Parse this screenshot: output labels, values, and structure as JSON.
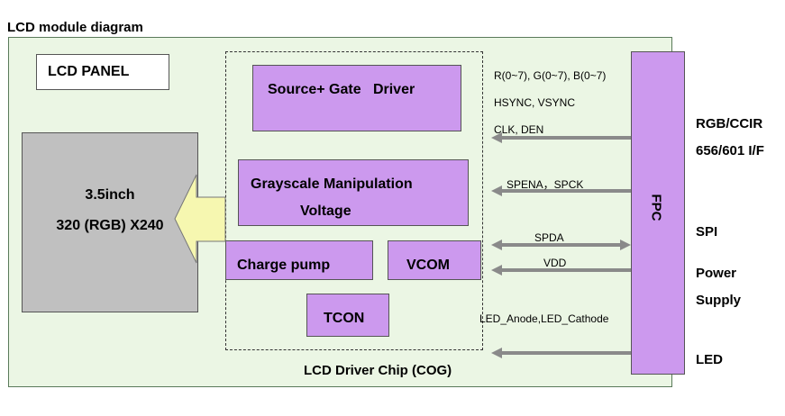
{
  "title": "LCD module diagram",
  "panel_label": "LCD PANEL",
  "lcd": {
    "size": "3.5inch",
    "resolution": "320 (RGB) X240"
  },
  "chip": {
    "label": "LCD Driver Chip (COG)",
    "source_gate": "Source+ Gate   Driver",
    "grayscale_line1": "Grayscale Manipulation",
    "grayscale_line2": "Voltage",
    "charge_pump": "Charge pump",
    "vcom": "VCOM",
    "tcon": "TCON"
  },
  "fpc": "FPC",
  "signals": {
    "rgb": "R(0~7), G(0~7), B(0~7)",
    "sync": "HSYNC, VSYNC",
    "clk": "CLK, DEN",
    "spi_ctrl": "SPENA，SPCK",
    "spda": "SPDA",
    "vdd": "VDD",
    "led": "LED_Anode,LED_Cathode"
  },
  "interfaces": {
    "rgb_line1": "RGB/CCIR",
    "rgb_line2": "656/601 I/F",
    "spi": "SPI",
    "power_line1": "Power",
    "power_line2": "Supply",
    "led": "LED"
  },
  "colors": {
    "board": "#ebf6e4",
    "block": "#cc99ee",
    "panel": "#c0c0c0",
    "arrow_fill": "#f6f7b0"
  }
}
